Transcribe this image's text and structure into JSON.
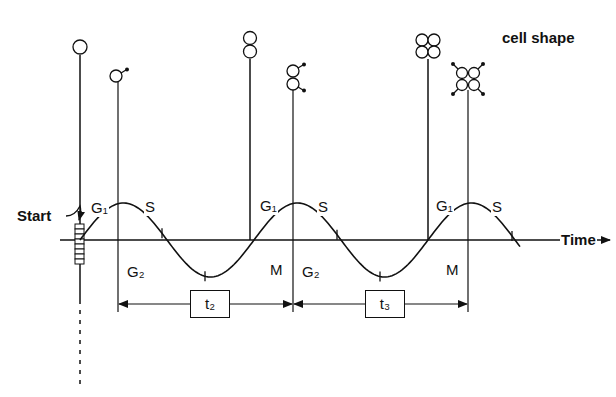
{
  "diagram": {
    "nodes": [
      {
        "text": [
          "t₂"
        ]
      },
      {
        "text": [
          "t₃"
        ]
      }
    ],
    "labels": [
      "cell shape",
      "Start",
      "G₁",
      "S",
      "G₂",
      "M",
      "G₁",
      "S",
      "G₂",
      "M",
      "G₁",
      "S",
      "Time"
    ]
  }
}
